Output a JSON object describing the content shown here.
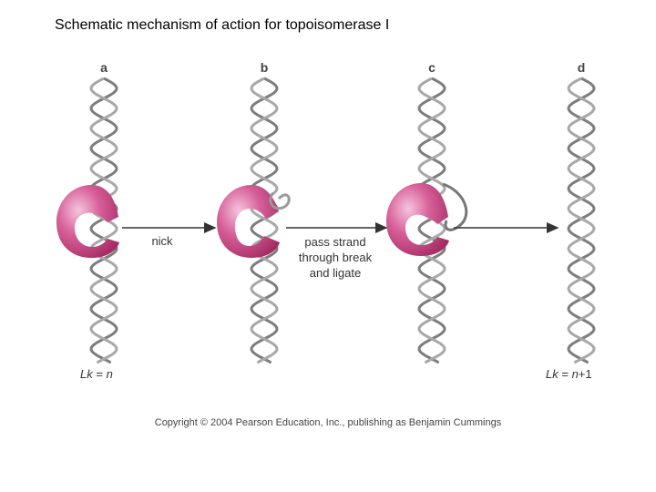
{
  "title": "Schematic mechanism of action for topoisomerase I",
  "panels": [
    {
      "label": "a"
    },
    {
      "label": "b"
    },
    {
      "label": "c"
    },
    {
      "label": "d"
    }
  ],
  "steps": {
    "nick": "nick",
    "pass": "pass strand\nthrough break\nand ligate"
  },
  "linking": {
    "left_prefix": "Lk",
    "left_eq": " = ",
    "left_value": "n",
    "right_prefix": "Lk",
    "right_eq": " = ",
    "right_value": "n",
    "right_suffix": "+1"
  },
  "copyright": "Copyright © 2004 Pearson Education, Inc., publishing as Benjamin Cummings",
  "colors": {
    "enzyme": "#c9437f",
    "dna_strand": "#8a8a8a",
    "arrow": "#333333"
  }
}
